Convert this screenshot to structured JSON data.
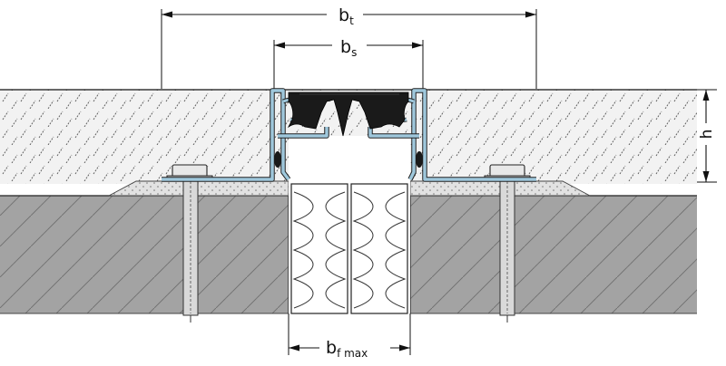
{
  "labels": {
    "bt_main": "b",
    "bt_sub": "t",
    "bs_main": "b",
    "bs_sub": "s",
    "h": "h",
    "bf_main": "b",
    "bf_sub": "f max"
  },
  "colors": {
    "concrete": "#a3a3a3",
    "screed": "#efefef",
    "profile": "#9fc8dc",
    "rubber": "#1a1a1a",
    "insulation": "#ffffff",
    "line": "#111111"
  }
}
